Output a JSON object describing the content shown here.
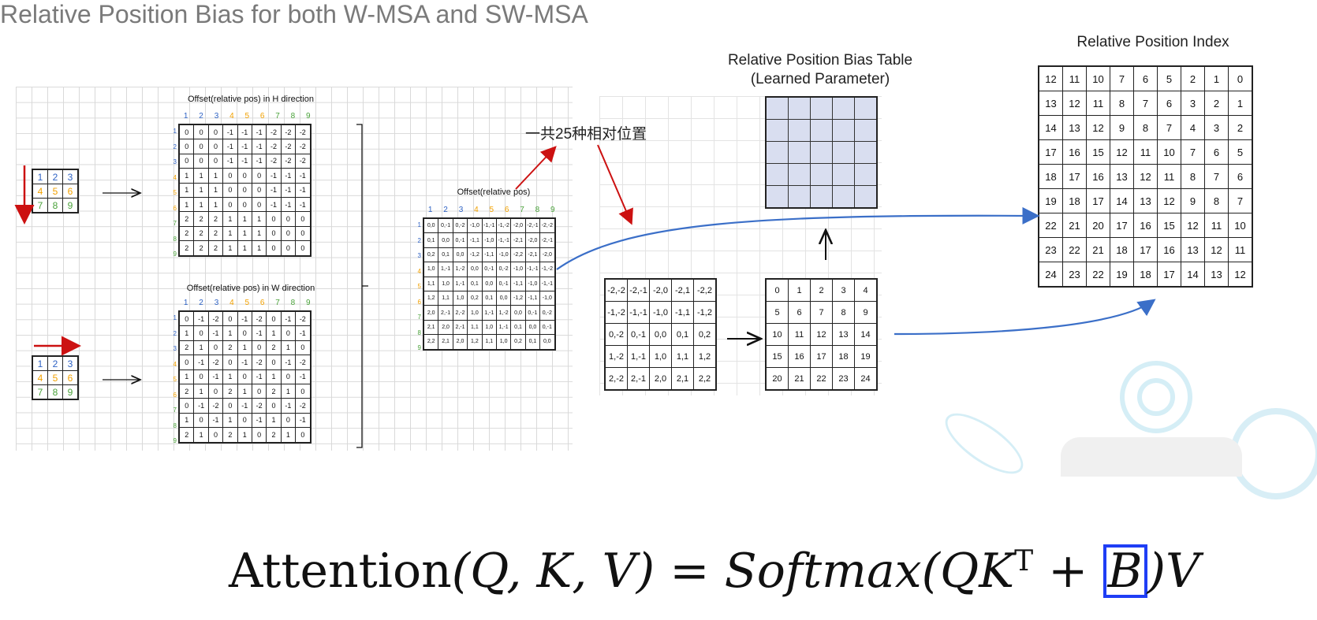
{
  "title": "Relative Position Bias for both W-MSA and SW-MSA",
  "colors": {
    "blue": "#2e62c4",
    "orange": "#f2a100",
    "green": "#4aa23a",
    "red": "#cc1111",
    "arrow_blue": "#3b6fc8",
    "highlight": "#1f3ef5",
    "bias_fill": "#d9def0"
  },
  "window_h": {
    "rows": [
      [
        "1",
        "2",
        "3"
      ],
      [
        "4",
        "5",
        "6"
      ],
      [
        "7",
        "8",
        "9"
      ]
    ]
  },
  "window_w": {
    "rows": [
      [
        "1",
        "2",
        "3"
      ],
      [
        "4",
        "5",
        "6"
      ],
      [
        "7",
        "8",
        "9"
      ]
    ]
  },
  "h_offset": {
    "caption": "Offset(relative pos) in H direction",
    "header": [
      "1",
      "2",
      "3",
      "4",
      "5",
      "6",
      "7",
      "8",
      "9"
    ],
    "rows": [
      [
        "0",
        "0",
        "0",
        "-1",
        "-1",
        "-1",
        "-2",
        "-2",
        "-2"
      ],
      [
        "0",
        "0",
        "0",
        "-1",
        "-1",
        "-1",
        "-2",
        "-2",
        "-2"
      ],
      [
        "0",
        "0",
        "0",
        "-1",
        "-1",
        "-1",
        "-2",
        "-2",
        "-2"
      ],
      [
        "1",
        "1",
        "1",
        "0",
        "0",
        "0",
        "-1",
        "-1",
        "-1"
      ],
      [
        "1",
        "1",
        "1",
        "0",
        "0",
        "0",
        "-1",
        "-1",
        "-1"
      ],
      [
        "1",
        "1",
        "1",
        "0",
        "0",
        "0",
        "-1",
        "-1",
        "-1"
      ],
      [
        "2",
        "2",
        "2",
        "1",
        "1",
        "1",
        "0",
        "0",
        "0"
      ],
      [
        "2",
        "2",
        "2",
        "1",
        "1",
        "1",
        "0",
        "0",
        "0"
      ],
      [
        "2",
        "2",
        "2",
        "1",
        "1",
        "1",
        "0",
        "0",
        "0"
      ]
    ]
  },
  "w_offset": {
    "caption": "Offset(relative pos) in W direction",
    "header": [
      "1",
      "2",
      "3",
      "4",
      "5",
      "6",
      "7",
      "8",
      "9"
    ],
    "rows": [
      [
        "0",
        "-1",
        "-2",
        "0",
        "-1",
        "-2",
        "0",
        "-1",
        "-2"
      ],
      [
        "1",
        "0",
        "-1",
        "1",
        "0",
        "-1",
        "1",
        "0",
        "-1"
      ],
      [
        "2",
        "1",
        "0",
        "2",
        "1",
        "0",
        "2",
        "1",
        "0"
      ],
      [
        "0",
        "-1",
        "-2",
        "0",
        "-1",
        "-2",
        "0",
        "-1",
        "-2"
      ],
      [
        "1",
        "0",
        "-1",
        "1",
        "0",
        "-1",
        "1",
        "0",
        "-1"
      ],
      [
        "2",
        "1",
        "0",
        "2",
        "1",
        "0",
        "2",
        "1",
        "0"
      ],
      [
        "0",
        "-1",
        "-2",
        "0",
        "-1",
        "-2",
        "0",
        "-1",
        "-2"
      ],
      [
        "1",
        "0",
        "-1",
        "1",
        "0",
        "-1",
        "1",
        "0",
        "-1"
      ],
      [
        "2",
        "1",
        "0",
        "2",
        "1",
        "0",
        "2",
        "1",
        "0"
      ]
    ]
  },
  "combined_offset": {
    "caption": "Offset(relative pos)",
    "header": [
      "1",
      "2",
      "3",
      "4",
      "5",
      "6",
      "7",
      "8",
      "9"
    ],
    "rows": [
      [
        "0,0",
        "0,-1",
        "0,-2",
        "-1,0",
        "-1,-1",
        "-1,-2",
        "-2,0",
        "-2,-1",
        "-2,-2"
      ],
      [
        "0,1",
        "0,0",
        "0,-1",
        "-1,1",
        "-1,0",
        "-1,-1",
        "-2,1",
        "-2,0",
        "-2,-1"
      ],
      [
        "0,2",
        "0,1",
        "0,0",
        "-1,2",
        "-1,1",
        "-1,0",
        "-2,2",
        "-2,1",
        "-2,0"
      ],
      [
        "1,0",
        "1,-1",
        "1,-2",
        "0,0",
        "0,-1",
        "0,-2",
        "-1,0",
        "-1,-1",
        "-1,-2"
      ],
      [
        "1,1",
        "1,0",
        "1,-1",
        "0,1",
        "0,0",
        "0,-1",
        "-1,1",
        "-1,0",
        "-1,-1"
      ],
      [
        "1,2",
        "1,1",
        "1,0",
        "0,2",
        "0,1",
        "0,0",
        "-1,2",
        "-1,1",
        "-1,0"
      ],
      [
        "2,0",
        "2,-1",
        "2,-2",
        "1,0",
        "1,-1",
        "1,-2",
        "0,0",
        "0,-1",
        "0,-2"
      ],
      [
        "2,1",
        "2,0",
        "2,-1",
        "1,1",
        "1,0",
        "1,-1",
        "0,1",
        "0,0",
        "0,-1"
      ],
      [
        "2,2",
        "2,1",
        "2,0",
        "1,2",
        "1,1",
        "1,0",
        "0,2",
        "0,1",
        "0,0"
      ]
    ]
  },
  "note_25": "一共25种相对位置",
  "pair_table": {
    "rows": [
      [
        "-2,-2",
        "-2,-1",
        "-2,0",
        "-2,1",
        "-2,2"
      ],
      [
        "-1,-2",
        "-1,-1",
        "-1,0",
        "-1,1",
        "-1,2"
      ],
      [
        "0,-2",
        "0,-1",
        "0,0",
        "0,1",
        "0,2"
      ],
      [
        "1,-2",
        "1,-1",
        "1,0",
        "1,1",
        "1,2"
      ],
      [
        "2,-2",
        "2,-1",
        "2,0",
        "2,1",
        "2,2"
      ]
    ]
  },
  "index_table": {
    "rows": [
      [
        "0",
        "1",
        "2",
        "3",
        "4"
      ],
      [
        "5",
        "6",
        "7",
        "8",
        "9"
      ],
      [
        "10",
        "11",
        "12",
        "13",
        "14"
      ],
      [
        "15",
        "16",
        "17",
        "18",
        "19"
      ],
      [
        "20",
        "21",
        "22",
        "23",
        "24"
      ]
    ]
  },
  "bias_table": {
    "caption_line1": "Relative Position Bias Table",
    "caption_line2": "(Learned Parameter)",
    "rows": 5,
    "cols": 5
  },
  "rel_index": {
    "caption": "Relative Position Index",
    "rows": [
      [
        "12",
        "11",
        "10",
        "7",
        "6",
        "5",
        "2",
        "1",
        "0"
      ],
      [
        "13",
        "12",
        "11",
        "8",
        "7",
        "6",
        "3",
        "2",
        "1"
      ],
      [
        "14",
        "13",
        "12",
        "9",
        "8",
        "7",
        "4",
        "3",
        "2"
      ],
      [
        "17",
        "16",
        "15",
        "12",
        "11",
        "10",
        "7",
        "6",
        "5"
      ],
      [
        "18",
        "17",
        "16",
        "13",
        "12",
        "11",
        "8",
        "7",
        "6"
      ],
      [
        "19",
        "18",
        "17",
        "14",
        "13",
        "12",
        "9",
        "8",
        "7"
      ],
      [
        "22",
        "21",
        "20",
        "17",
        "16",
        "15",
        "12",
        "11",
        "10"
      ],
      [
        "23",
        "22",
        "21",
        "18",
        "17",
        "16",
        "13",
        "12",
        "11"
      ],
      [
        "24",
        "23",
        "22",
        "19",
        "18",
        "17",
        "14",
        "13",
        "12"
      ]
    ]
  },
  "formula": {
    "prefix": "Attention",
    "args": "(Q, K, V) = Softmax(QK",
    "sup": "T",
    "plus": " + ",
    "b": "B",
    "suffix": ")V"
  }
}
